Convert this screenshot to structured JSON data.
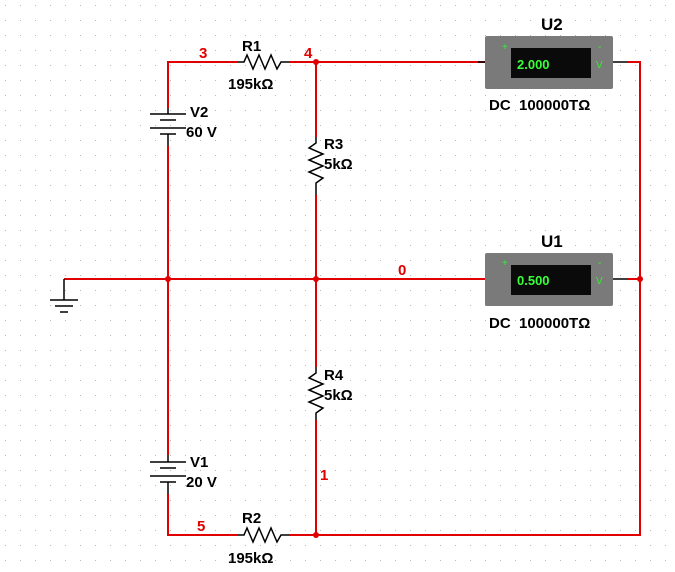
{
  "colors": {
    "wire": "#e00000",
    "component": "#000000",
    "grid_dot": "#b8b8b8",
    "meter_body": "#7a7a7a",
    "meter_screen": "#0a0a0a",
    "meter_text": "#39ff39",
    "meter_terminal": "#33ee33",
    "node_label": "#e00000",
    "background": "#ffffff"
  },
  "nodes": {
    "n3": "3",
    "n4": "4",
    "n0": "0",
    "n1": "1",
    "n5": "5"
  },
  "components": {
    "R1": {
      "name": "R1",
      "value": "195kΩ"
    },
    "R2": {
      "name": "R2",
      "value": "195kΩ"
    },
    "R3": {
      "name": "R3",
      "value": "5kΩ"
    },
    "R4": {
      "name": "R4",
      "value": "5kΩ"
    },
    "V1": {
      "name": "V1",
      "value": "20 V"
    },
    "V2": {
      "name": "V2",
      "value": "60 V"
    }
  },
  "meters": {
    "U1": {
      "name": "U1",
      "reading": "0.500",
      "unit": "V",
      "plus": "+",
      "minus": "-",
      "mode": "DC  100000TΩ"
    },
    "U2": {
      "name": "U2",
      "reading": "2.000",
      "unit": "V",
      "plus": "+",
      "minus": "-",
      "mode": "DC  100000TΩ"
    }
  },
  "icons": {
    "ground": "ground-icon",
    "battery": "battery-icon",
    "resistor": "resistor-icon",
    "voltmeter": "voltmeter-icon"
  }
}
